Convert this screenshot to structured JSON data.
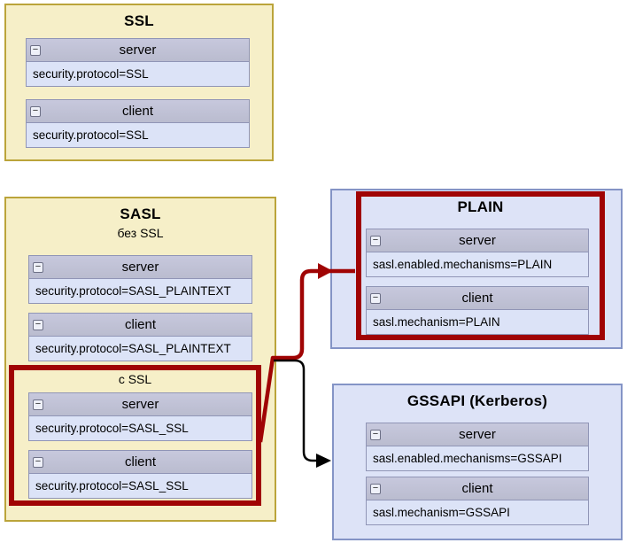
{
  "colors": {
    "highlight_red": "#a00404",
    "yellow_group_fill": "#f6efc8",
    "yellow_group_border": "#bba43a",
    "blue_group_fill": "#dde3f7",
    "blue_group_border": "#8494c6",
    "node_header_fill": "#c1c2d8",
    "node_body_fill": "#dce3f7",
    "connector_black": "#000000"
  },
  "icons": {
    "collapse_glyph": "−"
  },
  "groups": {
    "ssl": {
      "title": "SSL",
      "nodes": [
        {
          "name": "server",
          "config": "security.protocol=SSL"
        },
        {
          "name": "client",
          "config": "security.protocol=SSL"
        }
      ]
    },
    "sasl": {
      "title": "SASL",
      "sections": [
        {
          "label": "без SSL",
          "nodes": [
            {
              "name": "server",
              "config": "security.protocol=SASL_PLAINTEXT"
            },
            {
              "name": "client",
              "config": "security.protocol=SASL_PLAINTEXT"
            }
          ]
        },
        {
          "label": "с SSL",
          "highlighted": true,
          "nodes": [
            {
              "name": "server",
              "config": "security.protocol=SASL_SSL"
            },
            {
              "name": "client",
              "config": "security.protocol=SASL_SSL"
            }
          ]
        }
      ]
    },
    "plain": {
      "title": "PLAIN",
      "highlighted": true,
      "nodes": [
        {
          "name": "server",
          "config": "sasl.enabled.mechanisms=PLAIN"
        },
        {
          "name": "client",
          "config": "sasl.mechanism=PLAIN"
        }
      ]
    },
    "gssapi": {
      "title": "GSSAPI (Kerberos)",
      "nodes": [
        {
          "name": "server",
          "config": "sasl.enabled.mechanisms=GSSAPI"
        },
        {
          "name": "client",
          "config": "sasl.mechanism=GSSAPI"
        }
      ]
    }
  }
}
